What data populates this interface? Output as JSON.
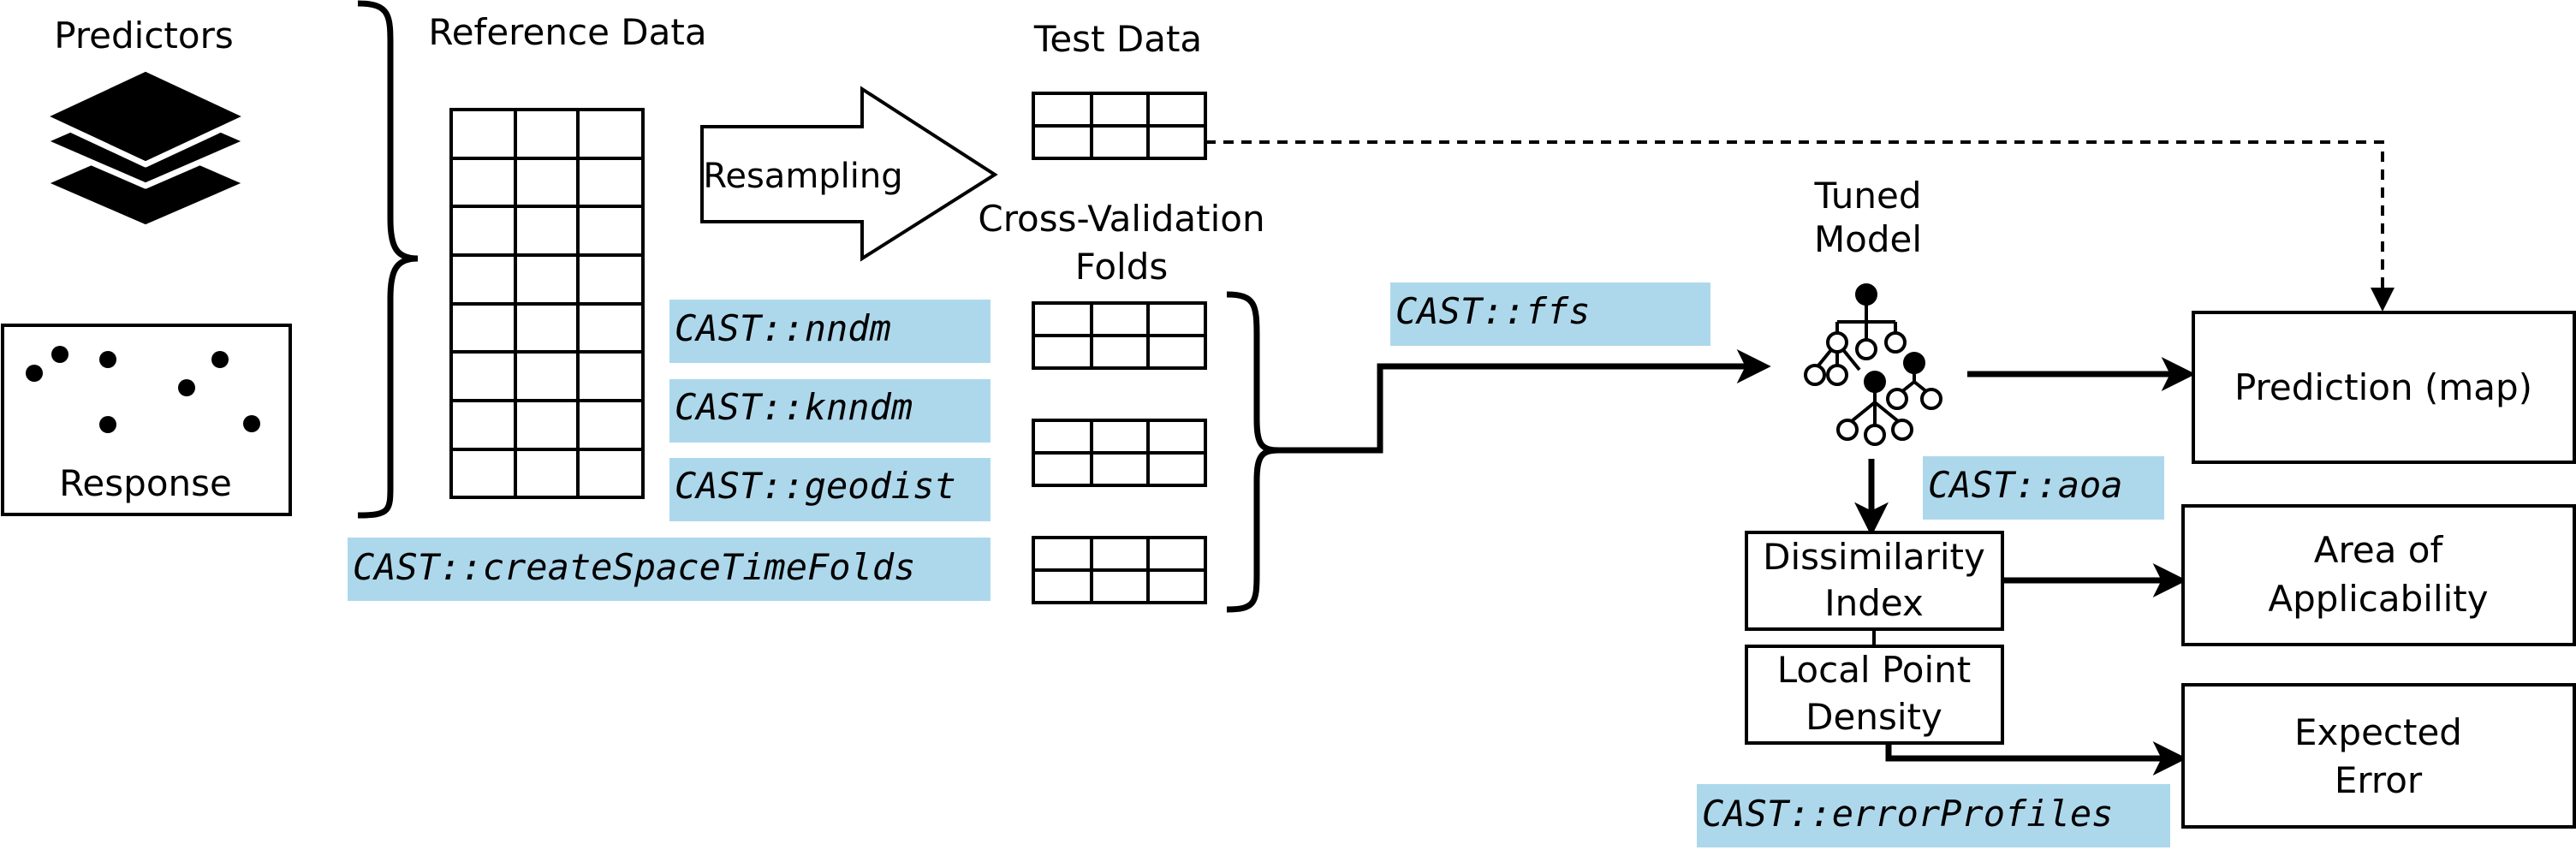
{
  "labels": {
    "predictors": "Predictors",
    "response": "Response",
    "reference_data": "Reference Data",
    "resampling": "Resampling",
    "test_data": "Test Data",
    "cv_folds_line1": "Cross-Validation",
    "cv_folds_line2": "Folds",
    "tuned_model_line1": "Tuned",
    "tuned_model_line2": "Model",
    "prediction": "Prediction (map)",
    "aoa_line1": "Area of",
    "aoa_line2": "Applicability",
    "error_line1": "Expected",
    "error_line2": "Error",
    "di_line1": "Dissimilarity",
    "di_line2": "Index",
    "lpd_line1": "Local Point",
    "lpd_line2": "Density"
  },
  "functions": {
    "nndm": "CAST::nndm",
    "knndm": "CAST::knndm",
    "geodist": "CAST::geodist",
    "create_folds": "CAST::createSpaceTimeFolds",
    "ffs": "CAST::ffs",
    "aoa": "CAST::aoa",
    "error_profiles": "CAST::errorProfiles"
  },
  "colors": {
    "function_highlight": "#add8ec",
    "ink": "#000000"
  },
  "icons": [
    "layers-icon",
    "points-icon",
    "decision-tree-icon"
  ]
}
